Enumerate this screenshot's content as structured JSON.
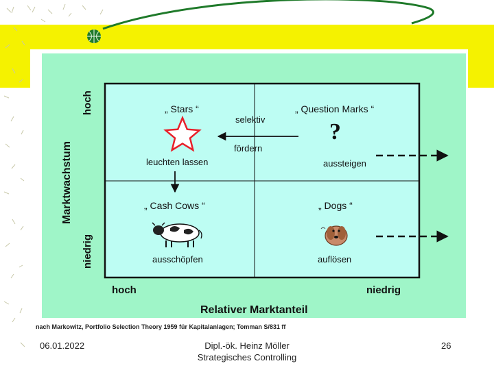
{
  "diagram": {
    "quadrants": {
      "stars": {
        "title": "„ Stars “",
        "action": "leuchten lassen"
      },
      "question_marks": {
        "title": "„ Question Marks “",
        "action": "aussteigen",
        "symbol": "?"
      },
      "cash_cows": {
        "title": "„ Cash Cows “",
        "action": "ausschöpfen"
      },
      "dogs": {
        "title": "„ Dogs “",
        "action": "auflösen"
      }
    },
    "arrow_label_top": "selektiv",
    "arrow_label_bottom": "fördern",
    "y_axis": {
      "label": "Marktwachstum",
      "high": "hoch",
      "low": "niedrig"
    },
    "x_axis": {
      "label": "Relativer Marktanteil",
      "high": "hoch",
      "low": "niedrig"
    },
    "source_note": "nach Markowitz, Portfolio Selection Theory 1959 für Kapitalanlagen; Tomman S/831 ff"
  },
  "footer": {
    "date": "06.01.2022",
    "author": "Dipl.-ök. Heinz Möller",
    "subtitle": "Strategisches Controlling",
    "page_number": "26"
  },
  "colors": {
    "banner": "#f5f200",
    "outer_panel": "#9ff5c8",
    "inner_panel": "#bdfdf3",
    "star": "#e8202a",
    "deco_green": "#1f7a2a"
  }
}
